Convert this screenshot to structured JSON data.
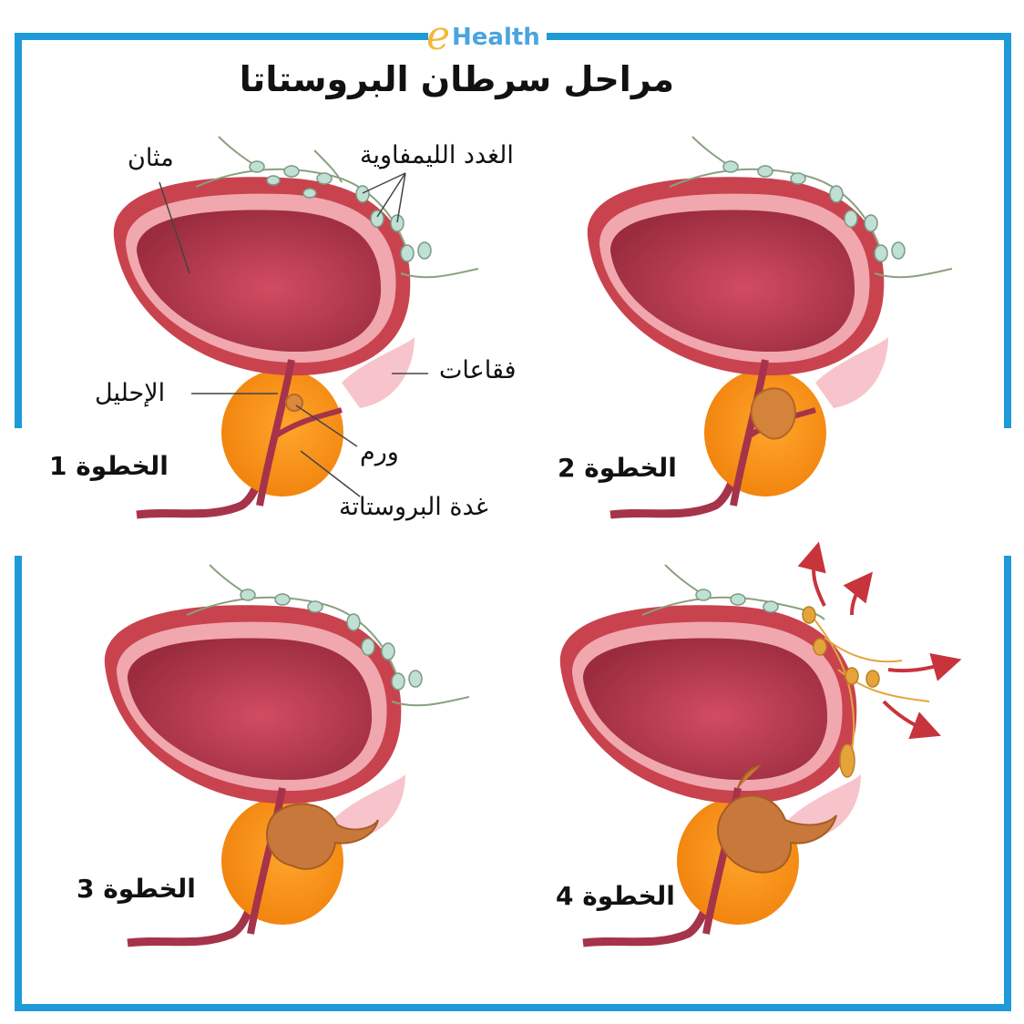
{
  "brand": {
    "logo_letter": "e",
    "logo_word": "Health",
    "frame_color": "#1f9ad9",
    "logo_letter_color": "#f1b93a",
    "logo_word_color": "#4aa5df"
  },
  "title": "مراحل سرطان البروستاتا",
  "labels": {
    "bladder": "مثان",
    "lymph_nodes": "الغدد الليمفاوية",
    "seminal_vesicles": "فقاعات",
    "urethra": "الإحليل",
    "tumor": "ورم",
    "prostate": "غدة البروستاتة"
  },
  "steps": [
    "الخطوة 1",
    "الخطوة 2",
    "الخطوة 3",
    "الخطوة 4"
  ],
  "colors": {
    "bladder_outer": "#c9434f",
    "bladder_rim": "#f0a7ae",
    "bladder_inner": "#a22f43",
    "prostate": "#f58a0a",
    "tumor": "#c8783a",
    "vesicle": "#f8c4cb",
    "node": "#bfe0d3",
    "node_spread": "#e5a43b",
    "arrow": "#c8343c"
  }
}
